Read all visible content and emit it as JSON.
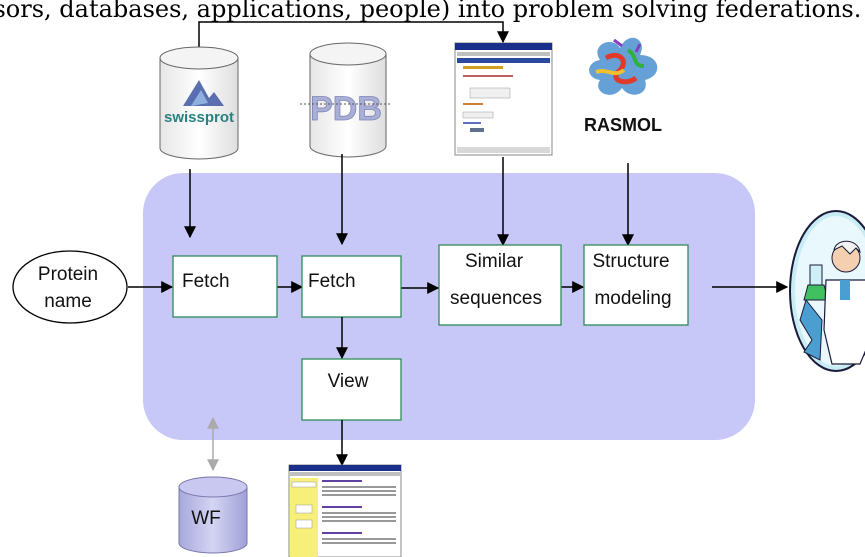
{
  "caption": "nsors, databases, applications, people) into problem solving federations.",
  "sources": {
    "swissprot": "swissprot",
    "pdb": "PDB",
    "rasmol": "RASMOL"
  },
  "input": {
    "line1": "Protein",
    "line2": "name"
  },
  "steps": {
    "fetch1": "Fetch",
    "fetch2": "Fetch",
    "similar_line1": "Similar",
    "similar_line2": "sequences",
    "structure_line1": "Structure",
    "structure_line2": "modeling",
    "view": "View"
  },
  "wf": "WF",
  "colors": {
    "workflow_panel": "#c8c8f8",
    "box_border": "#2e8b57",
    "arrow": "#000000",
    "wf_arrow": "#aaaaaa"
  }
}
